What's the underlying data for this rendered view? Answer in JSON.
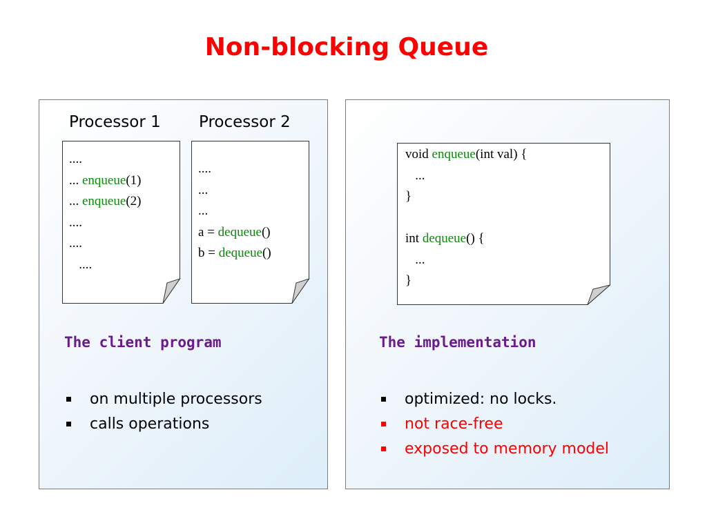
{
  "title": "Non-blocking Queue",
  "client": {
    "processors": [
      {
        "label": "Processor 1",
        "lines": [
          [
            {
              "t": "...."
            }
          ],
          [
            {
              "t": "... "
            },
            {
              "t": "enqueue",
              "kw": true
            },
            {
              "t": "(1)"
            }
          ],
          [
            {
              "t": "... "
            },
            {
              "t": "enqueue",
              "kw": true
            },
            {
              "t": "(2)"
            }
          ],
          [
            {
              "t": "...."
            }
          ],
          [
            {
              "t": "...."
            }
          ],
          [
            {
              "t": "   ...."
            }
          ]
        ]
      },
      {
        "label": "Processor 2",
        "lines": [
          [
            {
              "t": "...."
            }
          ],
          [
            {
              "t": "..."
            }
          ],
          [
            {
              "t": "..."
            }
          ],
          [
            {
              "t": "a = "
            },
            {
              "t": "dequeue",
              "kw": true
            },
            {
              "t": "()"
            }
          ],
          [
            {
              "t": "b = "
            },
            {
              "t": "dequeue",
              "kw": true
            },
            {
              "t": "()"
            }
          ]
        ]
      }
    ],
    "heading": "The client program",
    "bullets": [
      {
        "text": "on multiple processors",
        "color": "black"
      },
      {
        "text": "calls operations",
        "color": "black"
      }
    ]
  },
  "implementation": {
    "code": [
      [
        {
          "t": "void "
        },
        {
          "t": "enqueue",
          "kw": true
        },
        {
          "t": "(int val) {"
        }
      ],
      [
        {
          "t": "   ..."
        }
      ],
      [
        {
          "t": "}"
        }
      ],
      [
        {
          "t": ""
        }
      ],
      [
        {
          "t": "int "
        },
        {
          "t": "dequeue",
          "kw": true
        },
        {
          "t": "() {"
        }
      ],
      [
        {
          "t": "   ..."
        }
      ],
      [
        {
          "t": "}"
        }
      ]
    ],
    "heading": "The implementation",
    "bullets": [
      {
        "text": "optimized: no locks.",
        "color": "black"
      },
      {
        "text": "not race-free",
        "color": "red"
      },
      {
        "text": "exposed to memory model",
        "color": "red"
      }
    ]
  },
  "colors": {
    "title": "#ff0000",
    "keyword": "#0a8a0a",
    "heading": "#6a1a8c",
    "warning": "#ff0000"
  }
}
